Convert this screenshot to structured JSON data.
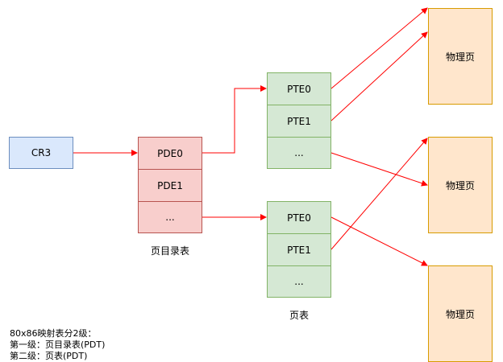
{
  "cr3": "CR3",
  "pdt": {
    "entries": [
      "PDE0",
      "PDE1",
      "..."
    ],
    "label": "页目录表"
  },
  "pt_a": {
    "entries": [
      "PTE0",
      "PTE1",
      "..."
    ]
  },
  "pt_b": {
    "entries": [
      "PTE0",
      "PTE1",
      "..."
    ],
    "label": "页表"
  },
  "pages": [
    "物理页",
    "物理页",
    "物理页"
  ],
  "note": [
    "80x86映射表分2级：",
    "第一级：页目录表(PDT)",
    "第二级：页表(PDT)"
  ],
  "colors": {
    "arrow": "#ff0000",
    "cr3": "#dae8fc",
    "pde": "#f8cecc",
    "pte": "#d5e8d4",
    "page": "#ffe6cc"
  }
}
